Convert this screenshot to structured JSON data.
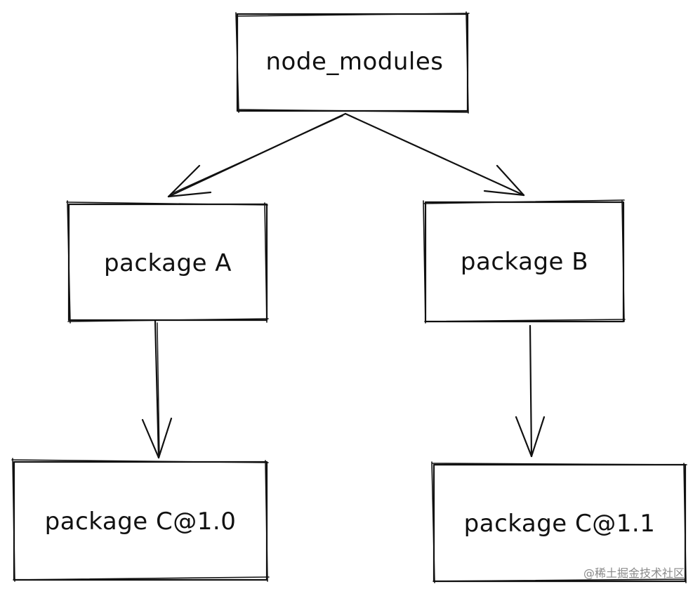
{
  "nodes": {
    "root": {
      "label": "node_modules"
    },
    "package_a": {
      "label": "package A"
    },
    "package_b": {
      "label": "package B"
    },
    "package_c_a": {
      "label": "package C@1.0"
    },
    "package_c_b": {
      "label": "package C@1.1"
    }
  },
  "edges": [
    {
      "from": "root",
      "to": "package_a"
    },
    {
      "from": "root",
      "to": "package_b"
    },
    {
      "from": "package_a",
      "to": "package_c_a"
    },
    {
      "from": "package_b",
      "to": "package_c_b"
    }
  ],
  "watermark": "@稀土掘金技术社区",
  "colors": {
    "stroke": "#111111",
    "watermark": "#8a8a8a",
    "background": "#ffffff"
  }
}
